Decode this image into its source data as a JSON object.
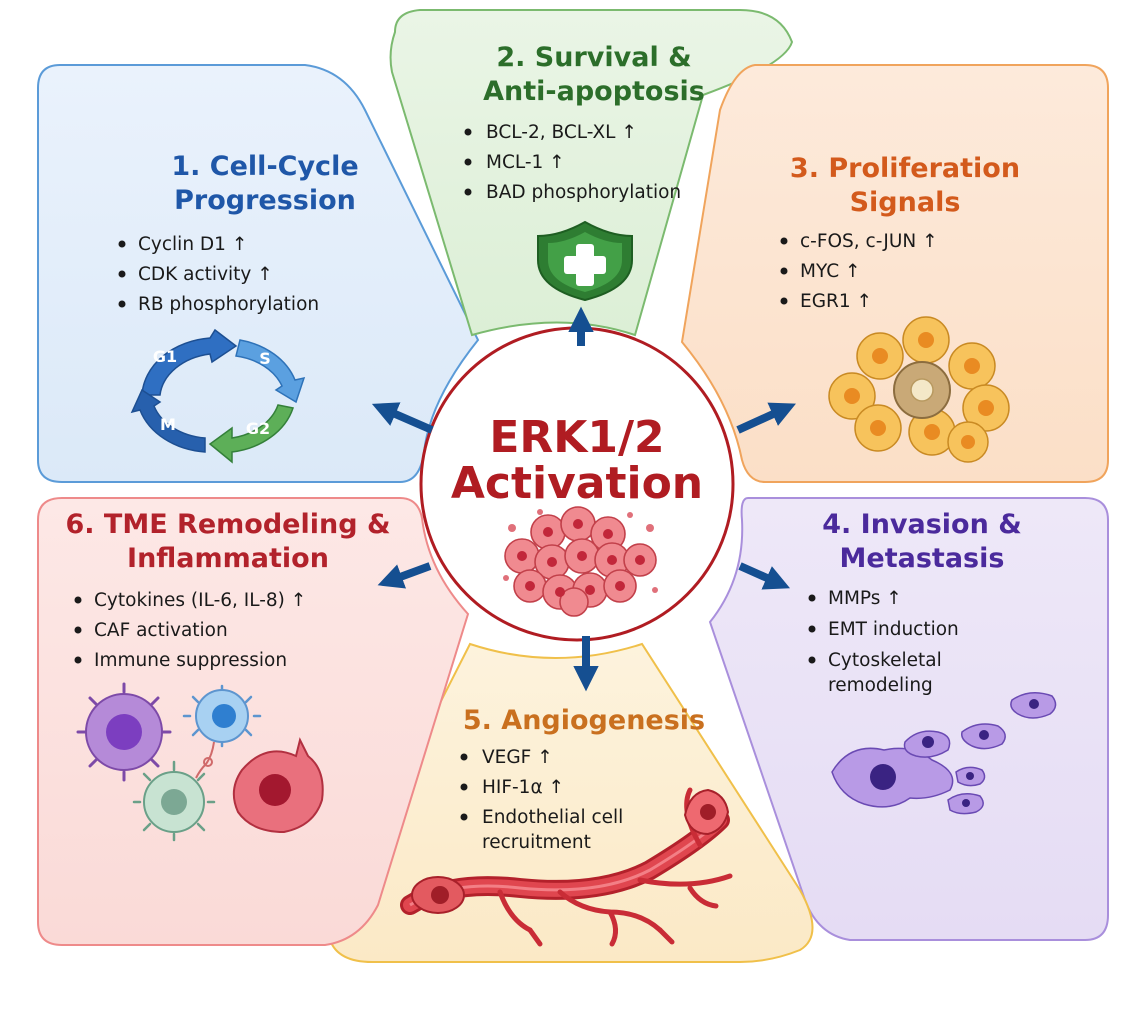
{
  "center": {
    "line1": "ERK1/2",
    "line2": "Activation"
  },
  "colors": {
    "center_red": "#b01c22",
    "arrow_blue": "#154f91",
    "cell_cycle_blue": "#1f57a8",
    "survival_green": "#2c6e2a",
    "proliferation_orange": "#d35a1c",
    "invasion_purple": "#4b2a9c",
    "angiogenesis_orange": "#c9701f",
    "tme_red": "#b2222b"
  },
  "panels": [
    {
      "key": "cell_cycle",
      "title_lines": [
        "1. Cell-Cycle",
        "Progression"
      ],
      "bullets": [
        [
          "Cyclin D1 ↑"
        ],
        [
          "CDK activity ↑"
        ],
        [
          "RB phosphorylation"
        ]
      ],
      "icon": "cell-cycle-diagram-icon"
    },
    {
      "key": "survival",
      "title_lines": [
        "2. Survival &",
        "Anti-apoptosis"
      ],
      "bullets": [
        [
          "BCL-2, BCL-XL ↑"
        ],
        [
          "MCL-1 ↑"
        ],
        [
          "BAD phosphorylation"
        ]
      ],
      "icon": "shield-cross-icon"
    },
    {
      "key": "proliferation",
      "title_lines": [
        "3. Proliferation",
        "Signals"
      ],
      "bullets": [
        [
          "c-FOS, c-JUN ↑"
        ],
        [
          "MYC ↑"
        ],
        [
          "EGR1 ↑"
        ]
      ],
      "icon": "proliferating-cells-icon"
    },
    {
      "key": "invasion",
      "title_lines": [
        "4. Invasion &",
        "Metastasis"
      ],
      "bullets": [
        [
          "MMPs ↑"
        ],
        [
          "EMT induction"
        ],
        [
          "Cytoskeletal",
          "remodeling"
        ]
      ],
      "icon": "migrating-cells-icon"
    },
    {
      "key": "angiogenesis",
      "title_lines": [
        "5. Angiogenesis"
      ],
      "bullets": [
        [
          "VEGF ↑"
        ],
        [
          "HIF-1α ↑"
        ],
        [
          "Endothelial cell",
          "recruitment"
        ]
      ],
      "icon": "blood-vessel-icon"
    },
    {
      "key": "tme",
      "title_lines": [
        "6. TME Remodeling &",
        "Inflammation"
      ],
      "bullets": [
        [
          "Cytokines (IL-6, IL-8) ↑"
        ],
        [
          "CAF activation"
        ],
        [
          "Immune suppression"
        ]
      ],
      "icon": "immune-cells-icon"
    }
  ],
  "cell_cycle_phases": [
    "G1",
    "S",
    "G2",
    "M"
  ]
}
